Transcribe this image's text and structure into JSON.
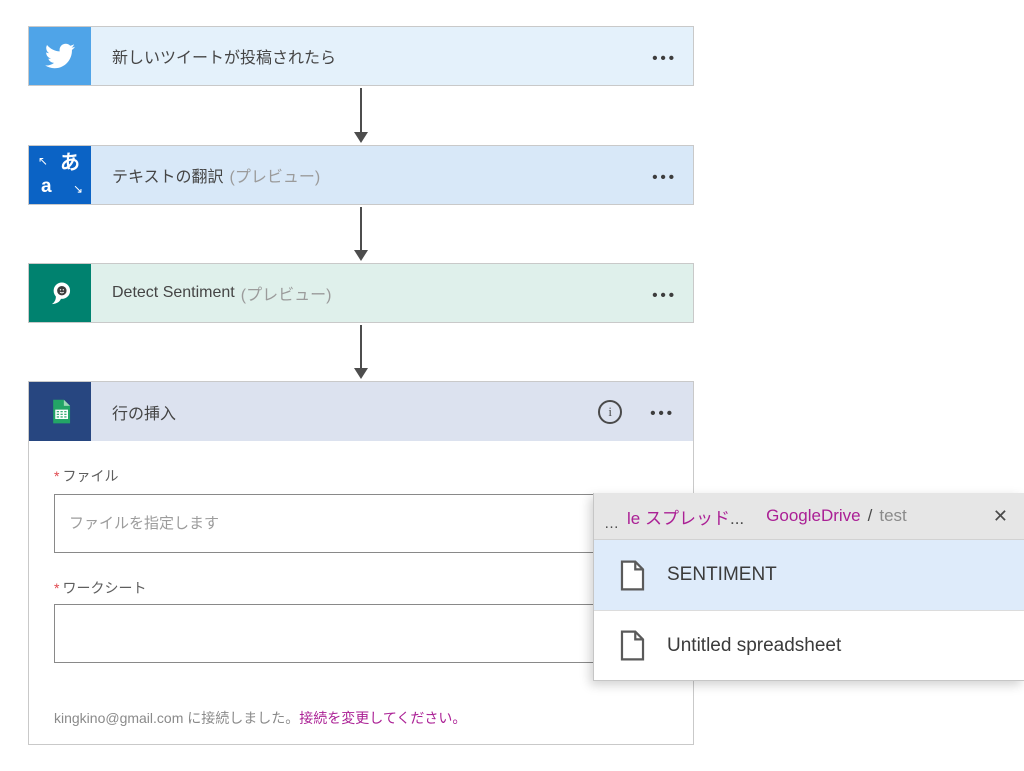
{
  "colors": {
    "twitter_brand": "#4FA4E8",
    "translator_brand": "#0B63C5",
    "text_analytics_brand": "#00826F",
    "sheets_tile_navy": "#274680",
    "magenta_link": "#AB2095",
    "selected_row_blue": "#DEEBFA"
  },
  "workflow": {
    "steps": [
      {
        "title": "新しいツイートが投稿されたら",
        "suffix": "",
        "icon": "twitter-icon"
      },
      {
        "title": "テキストの翻訳",
        "suffix": "(プレビュー)",
        "icon": "translator-icon"
      },
      {
        "title": "Detect Sentiment",
        "suffix": "(プレビュー)",
        "icon": "detect-sentiment-icon"
      }
    ],
    "insert_row": {
      "title": "行の挿入",
      "file_field": {
        "required_mark": "*",
        "label": "ファイル",
        "placeholder": "ファイルを指定します",
        "value": ""
      },
      "worksheet_field": {
        "required_mark": "*",
        "label": "ワークシート",
        "placeholder": "",
        "value": ""
      },
      "connection_status": "kingkino@gmail.com に接続しました。",
      "connection_change_link": "接続を変更してください。"
    }
  },
  "file_picker": {
    "breadcrumb": {
      "overflow_ellipsis": "…",
      "parent_truncated": "le スプレッド",
      "truncation_dots": "...",
      "drive": "GoogleDrive",
      "separator": "/",
      "current_folder": "test"
    },
    "items": [
      {
        "name": "SENTIMENT",
        "selected": true
      },
      {
        "name": "Untitled spreadsheet",
        "selected": false
      }
    ]
  },
  "icons": {
    "ellipsis": "•••",
    "close": "✕",
    "info": "i"
  }
}
